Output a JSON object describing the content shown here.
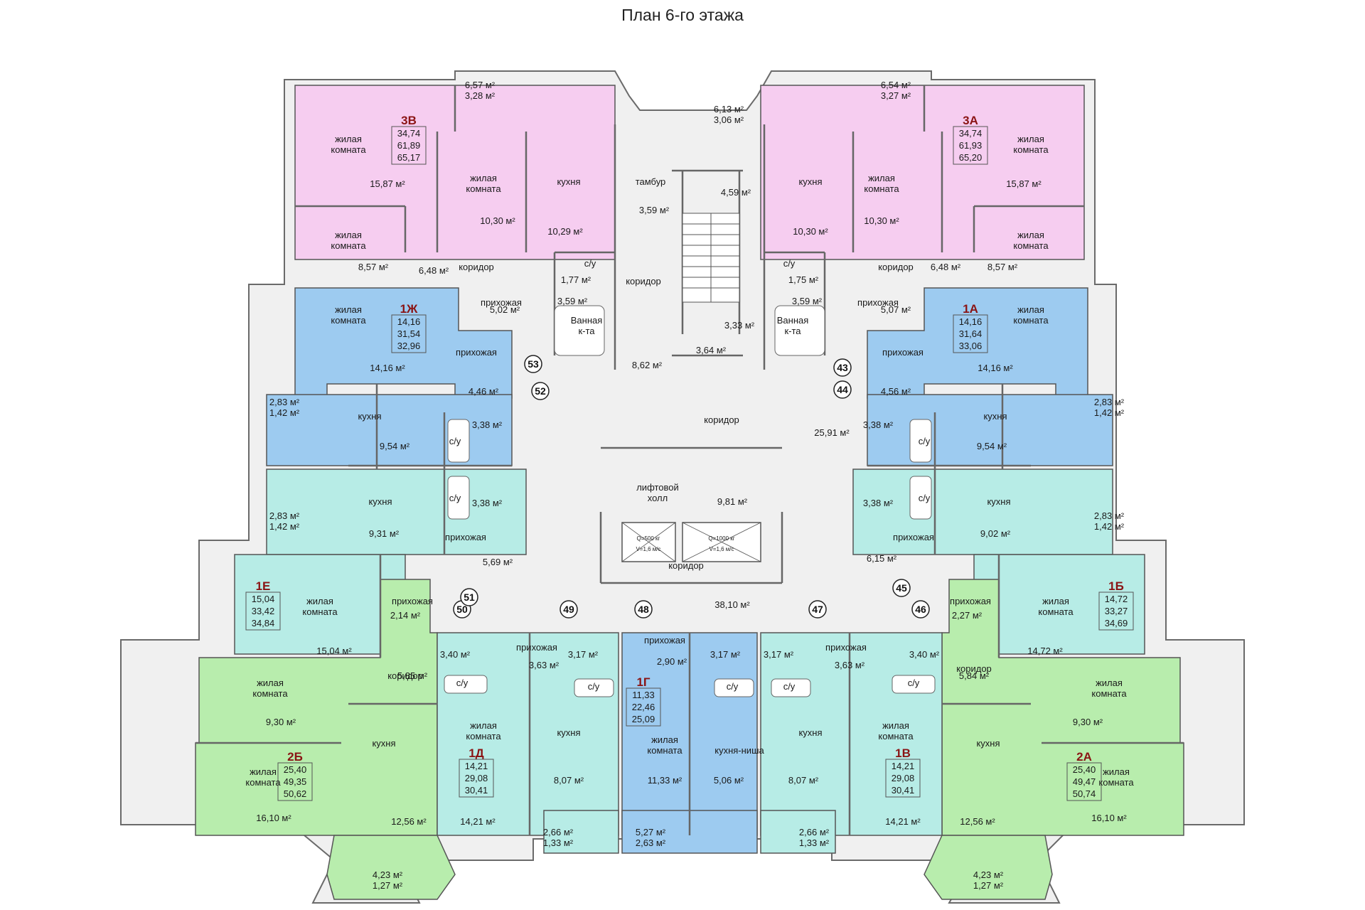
{
  "title": "План 6-го этажа",
  "colors": {
    "pink": "#f6cdf0",
    "blue": "#9dcbf0",
    "teal": "#b7ece6",
    "green": "#b8edad",
    "wall": "#8a8a8a",
    "floor": "#ffffff"
  },
  "apartments": [
    {
      "code": "3В",
      "s1": "34,74",
      "s2": "61,89",
      "s3": "65,17"
    },
    {
      "code": "3А",
      "s1": "34,74",
      "s2": "61,93",
      "s3": "65,20"
    },
    {
      "code": "1Ж",
      "s1": "14,16",
      "s2": "31,54",
      "s3": "32,96"
    },
    {
      "code": "1А",
      "s1": "14,16",
      "s2": "31,64",
      "s3": "33,06"
    },
    {
      "code": "1Е",
      "s1": "15,04",
      "s2": "33,42",
      "s3": "34,84"
    },
    {
      "code": "1Б",
      "s1": "14,72",
      "s2": "33,27",
      "s3": "34,69"
    },
    {
      "code": "2Б",
      "s1": "25,40",
      "s2": "49,35",
      "s3": "50,62"
    },
    {
      "code": "2А",
      "s1": "25,40",
      "s2": "49,47",
      "s3": "50,74"
    },
    {
      "code": "1Д",
      "s1": "14,21",
      "s2": "29,08",
      "s3": "30,41"
    },
    {
      "code": "1В",
      "s1": "14,21",
      "s2": "29,08",
      "s3": "30,41"
    },
    {
      "code": "1Г",
      "s1": "11,33",
      "s2": "22,46",
      "s3": "25,09"
    }
  ],
  "labels": {
    "living1": "жилая",
    "living2": "комната",
    "kitchen": "кухня",
    "corridor": "коридор",
    "hall": "прихожая",
    "bath": "с/у",
    "bath2a": "Ванная",
    "bath2b": "к-та",
    "tambour": "тамбур",
    "lift1": "лифтовой",
    "lift2": "холл",
    "niche": "кухня-ниша",
    "elev1a": "Q=500 кг",
    "elev1b": "V=1,6 м/с",
    "elev2a": "Q=1000 кг",
    "elev2b": "V=1,6 м/с"
  },
  "areas": {
    "a001": "6,57 м²",
    "a002": "3,28 м²",
    "a003": "6,54 м²",
    "a004": "3,27 м²",
    "a005": "6,13 м²",
    "a006": "3,06 м²",
    "a007": "15,87 м²",
    "a008": "10,30 м²",
    "a009": "10,29 м²",
    "a010": "3,59 м²",
    "a011": "4,59 м²",
    "a012": "10,30 м²",
    "a013": "10,30 м²",
    "a014": "15,87 м²",
    "a015": "8,57 м²",
    "a016": "6,48 м²",
    "a017": "1,77 м²",
    "a018": "1,75 м²",
    "a019": "6,48 м²",
    "a020": "8,57 м²",
    "a021": "5,02 м²",
    "a022": "3,59 м²",
    "a023": "3,59 м²",
    "a024": "5,07 м²",
    "a025": "3,33 м²",
    "a026": "14,16 м²",
    "a027": "14,16 м²",
    "a028": "8,62 м²",
    "a029": "3,64 м²",
    "a030": "4,46 м²",
    "a031": "4,56 м²",
    "a032": "2,83 м²",
    "a033": "1,42 м²",
    "a034": "2,83 м²",
    "a035": "1,42 м²",
    "a036": "9,54 м²",
    "a037": "3,38 м²",
    "a038": "25,91 м²",
    "a039": "3,38 м²",
    "a040": "9,54 м²",
    "a041": "3,38 м²",
    "a042": "9,81 м²",
    "a043": "3,38 м²",
    "a044": "2,83 м²",
    "a045": "1,42 м²",
    "a046": "9,31 м²",
    "a047": "9,02 м²",
    "a048": "2,83 м²",
    "a049": "1,42 м²",
    "a050": "5,69 м²",
    "a051": "6,15 м²",
    "a052": "2,14 м²",
    "a053": "38,10 м²",
    "a054": "2,27 м²",
    "a055": "15,04 м²",
    "a056": "14,72 м²",
    "a057": "2,90 м²",
    "a058": "3,40 м²",
    "a059": "3,63 м²",
    "a060": "3,17 м²",
    "a061": "3,17 м²",
    "a062": "3,17 м²",
    "a063": "3,63 м²",
    "a064": "3,40 м²",
    "a065": "5,85 м²",
    "a066": "5,84 м²",
    "a067": "9,30 м²",
    "a068": "9,30 м²",
    "a069": "8,07 м²",
    "a070": "11,33 м²",
    "a071": "5,06 м²",
    "a072": "8,07 м²",
    "a073": "16,10 м²",
    "a074": "12,56 м²",
    "a075": "14,21 м²",
    "a076": "14,21 м²",
    "a077": "12,56 м²",
    "a078": "16,10 м²",
    "a079": "2,66 м²",
    "a080": "1,33 м²",
    "a081": "5,27 м²",
    "a082": "2,63 м²",
    "a083": "2,66 м²",
    "a084": "1,33 м²",
    "a085": "4,23 м²",
    "a086": "1,27 м²",
    "a087": "4,23 м²",
    "a088": "1,27 м²"
  },
  "section_numbers": [
    "53",
    "52",
    "43",
    "44",
    "45",
    "46",
    "47",
    "48",
    "49",
    "50",
    "51"
  ]
}
